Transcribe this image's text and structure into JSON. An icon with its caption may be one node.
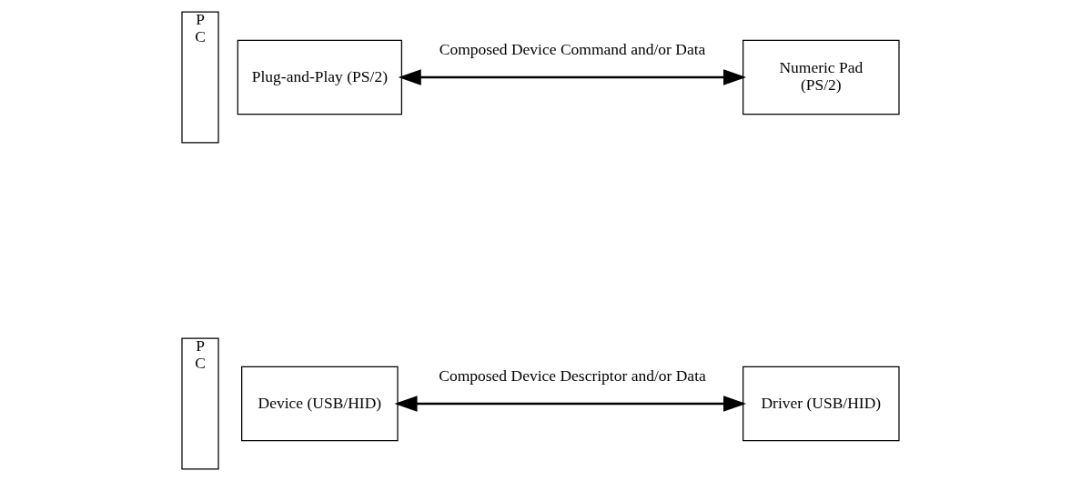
{
  "diagram": {
    "nodes": [
      {
        "text": [
          "P C"
        ]
      },
      {
        "text": [
          "Plug-and-Play (PS/2)"
        ]
      },
      {
        "text": [
          "Numeric Pad",
          "(PS/2)"
        ]
      },
      {
        "text": [
          "P C"
        ]
      },
      {
        "text": [
          "Device (USB/HID)"
        ]
      },
      {
        "text": [
          "Driver (USB/HID)"
        ]
      }
    ],
    "edges": [
      {
        "from": 1,
        "to": 2,
        "arrow": "both",
        "label": "Composed Device Command and/or Data"
      },
      {
        "from": 4,
        "to": 5,
        "arrow": "both",
        "label": "Composed Device Descriptor and/or Data"
      }
    ]
  }
}
